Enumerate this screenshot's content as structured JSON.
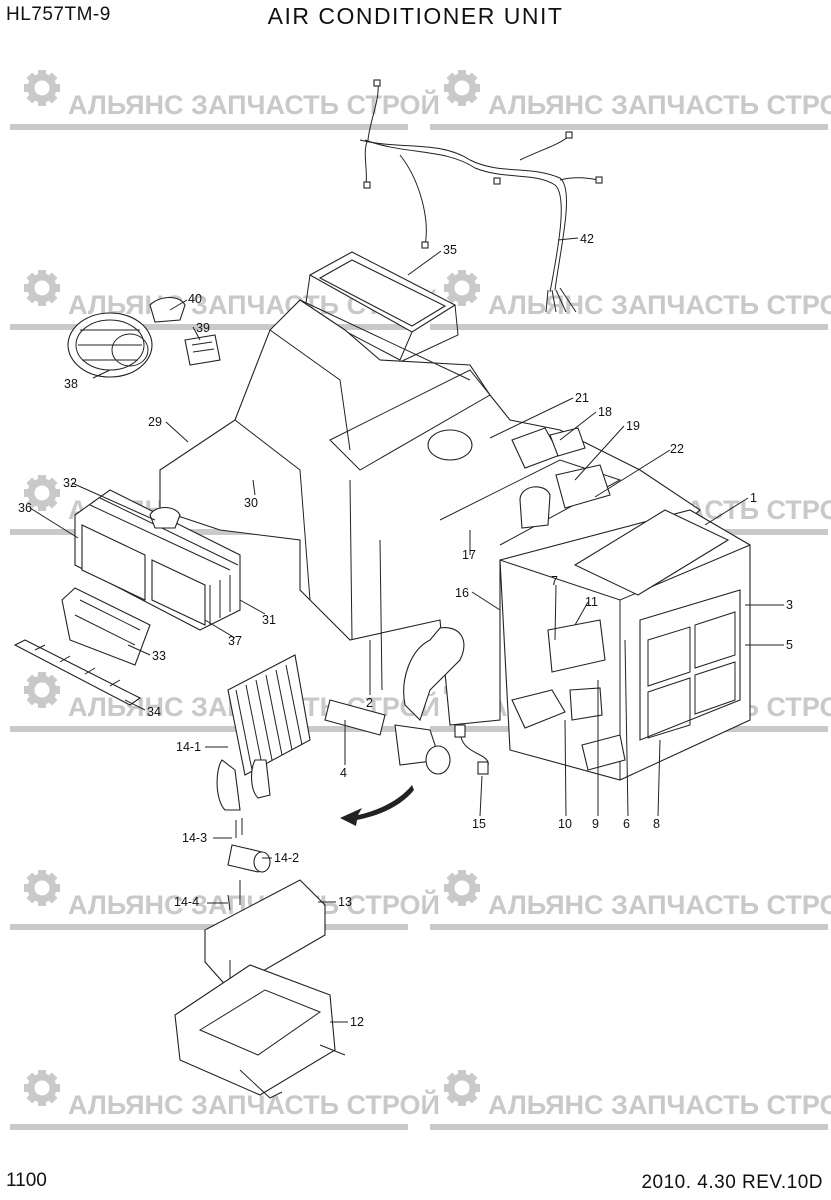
{
  "header": {
    "model": "HL757TM-9",
    "title": "AIR CONDITIONER UNIT"
  },
  "footer": {
    "page_number": "1100",
    "revision": "2010. 4.30 REV.10D"
  },
  "watermark": {
    "text": "АЛЬЯНС ЗАПЧАСТЬ СТРОЙ",
    "icon": "gear-icon",
    "color": "#c9c9c9"
  },
  "callouts": [
    {
      "id": "1",
      "label": "1"
    },
    {
      "id": "2",
      "label": "2"
    },
    {
      "id": "3",
      "label": "3"
    },
    {
      "id": "4",
      "label": "4"
    },
    {
      "id": "5",
      "label": "5"
    },
    {
      "id": "6",
      "label": "6"
    },
    {
      "id": "7",
      "label": "7"
    },
    {
      "id": "8",
      "label": "8"
    },
    {
      "id": "9",
      "label": "9"
    },
    {
      "id": "10",
      "label": "10"
    },
    {
      "id": "11",
      "label": "11"
    },
    {
      "id": "12",
      "label": "12"
    },
    {
      "id": "13",
      "label": "13"
    },
    {
      "id": "14-1",
      "label": "14-1"
    },
    {
      "id": "14-2",
      "label": "14-2"
    },
    {
      "id": "14-3",
      "label": "14-3"
    },
    {
      "id": "14-4",
      "label": "14-4"
    },
    {
      "id": "15",
      "label": "15"
    },
    {
      "id": "16",
      "label": "16"
    },
    {
      "id": "17",
      "label": "17"
    },
    {
      "id": "18",
      "label": "18"
    },
    {
      "id": "19",
      "label": "19"
    },
    {
      "id": "21",
      "label": "21"
    },
    {
      "id": "22",
      "label": "22"
    },
    {
      "id": "29",
      "label": "29"
    },
    {
      "id": "30",
      "label": "30"
    },
    {
      "id": "31",
      "label": "31"
    },
    {
      "id": "32",
      "label": "32"
    },
    {
      "id": "33",
      "label": "33"
    },
    {
      "id": "34",
      "label": "34"
    },
    {
      "id": "35",
      "label": "35"
    },
    {
      "id": "36",
      "label": "36"
    },
    {
      "id": "37",
      "label": "37"
    },
    {
      "id": "38",
      "label": "38"
    },
    {
      "id": "39",
      "label": "39"
    },
    {
      "id": "40",
      "label": "40"
    },
    {
      "id": "42",
      "label": "42"
    }
  ]
}
